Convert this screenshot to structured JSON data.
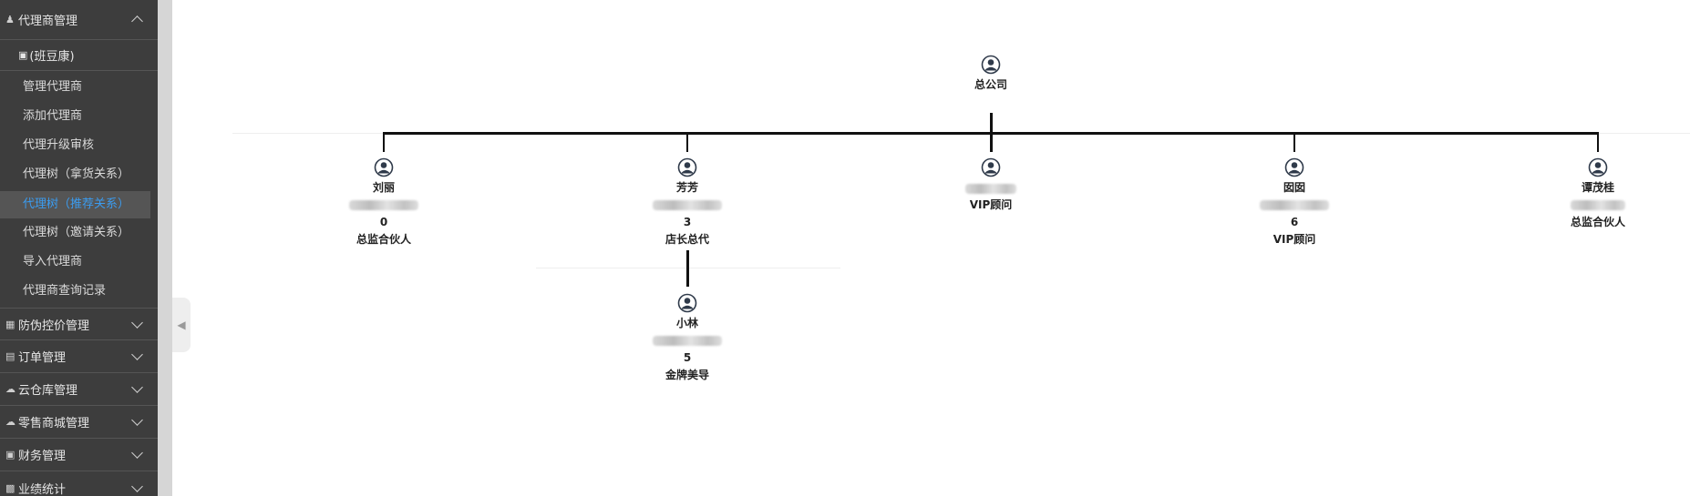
{
  "sidebar": {
    "agent_mgmt": {
      "label": "代理商管理",
      "icon": "user-icon"
    },
    "user_badge": "(班豆康)",
    "items": [
      {
        "label": "管理代理商"
      },
      {
        "label": "添加代理商"
      },
      {
        "label": "代理升级审核"
      },
      {
        "label": "代理树（拿货关系）"
      },
      {
        "label": "代理树（推荐关系）",
        "active": true
      },
      {
        "label": "代理树（邀请关系）"
      },
      {
        "label": "导入代理商"
      },
      {
        "label": "代理商查询记录"
      }
    ],
    "groups": [
      {
        "label": "防伪控价管理",
        "icon": "qrcode-icon"
      },
      {
        "label": "订单管理",
        "icon": "order-icon"
      },
      {
        "label": "云仓库管理",
        "icon": "cloud-icon"
      },
      {
        "label": "零售商城管理",
        "icon": "cloud-icon"
      },
      {
        "label": "财务管理",
        "icon": "finance-icon"
      },
      {
        "label": "业绩统计",
        "icon": "chart-icon"
      }
    ],
    "active_color": "#3b9cf0"
  },
  "tree": {
    "root": {
      "name": "总公司"
    },
    "children": [
      {
        "name": "刘丽",
        "count": "0",
        "role": "总监合伙人"
      },
      {
        "name": "芳芳",
        "count": "3",
        "role": "店长总代"
      },
      {
        "name": "",
        "count": "",
        "role": "VIP顾问"
      },
      {
        "name": "囡囡",
        "count": "6",
        "role": "VIP顾问"
      },
      {
        "name": "谭茂桂",
        "count": "",
        "role": "总监合伙人"
      }
    ],
    "grandchild": {
      "name": "小林",
      "count": "5",
      "role": "金牌美导"
    }
  }
}
